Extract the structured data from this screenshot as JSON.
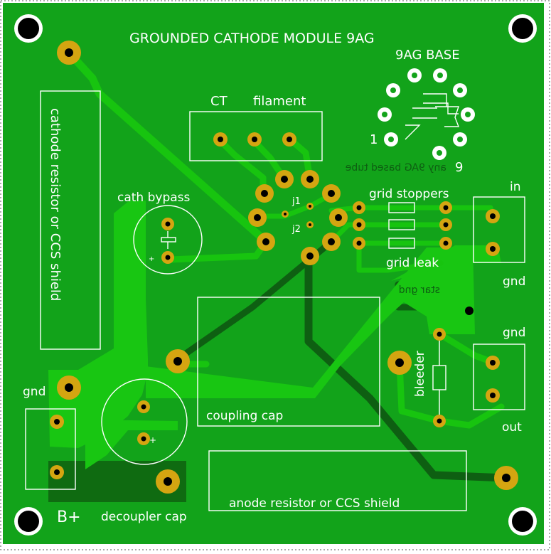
{
  "board": {
    "title": "GROUNDED CATHODE MODULE 9AG",
    "colors": {
      "board": "#12a31a",
      "top_copper": "#17c40f",
      "bottom_copper": "#0e5f12",
      "silkscreen": "#ffffff",
      "pad": "#d4a511",
      "hole": "#000000",
      "border_dash": "#555555"
    }
  },
  "labels": {
    "tube_base": "9AG BASE",
    "pin1": "1",
    "pin9": "9",
    "mirrored_note": "any 9AG based tube",
    "ct": "CT",
    "filament": "filament",
    "cathode_resistor": "cathode resistor or CCS shield",
    "cath_bypass": "cath bypass",
    "j1": "j1",
    "j2": "j2",
    "grid_stoppers": "grid stoppers",
    "grid_leak": "grid leak",
    "in": "in",
    "gnd_right_top": "gnd",
    "star_gnd": "star gnd",
    "gnd_right_mid": "gnd",
    "bleeder": "bleeder",
    "out": "out",
    "coupling_cap": "coupling cap",
    "gnd_left": "gnd",
    "decoupler_cap": "decoupler cap",
    "b_plus": "B+",
    "anode_resistor": "anode resistor or CCS shield",
    "plus_sign": "+"
  }
}
